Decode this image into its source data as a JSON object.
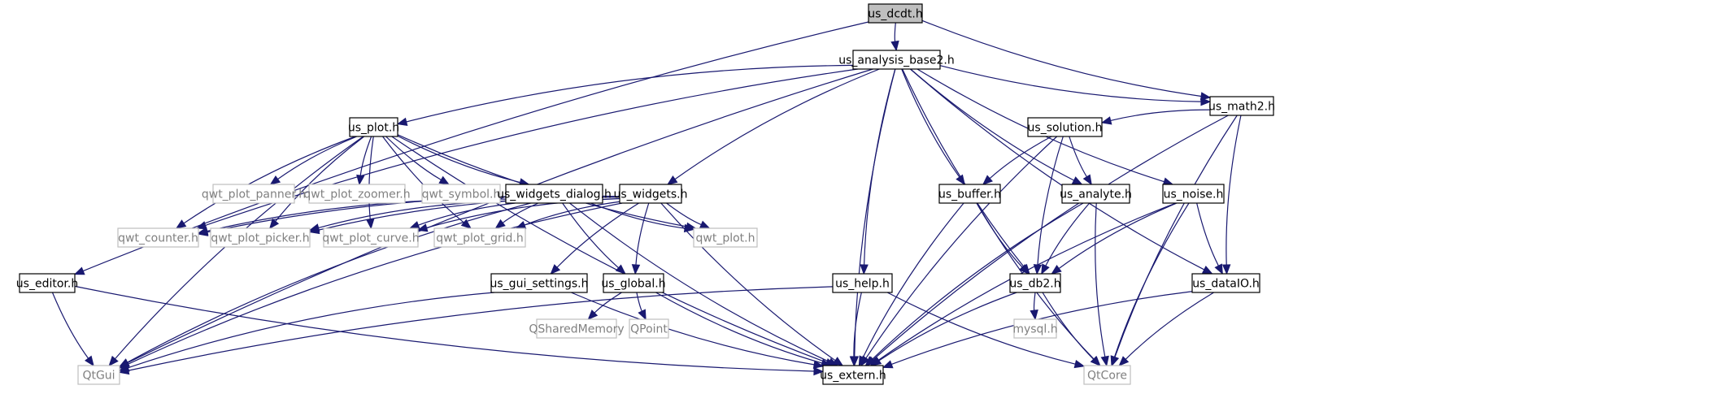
{
  "nodes": [
    {
      "id": "us_dcdt",
      "label": "us_dcdt.h",
      "kind": "root"
    },
    {
      "id": "us_analysis_base2",
      "label": "us_analysis_base2.h",
      "kind": "local"
    },
    {
      "id": "us_math2",
      "label": "us_math2.h",
      "kind": "local"
    },
    {
      "id": "us_editor",
      "label": "us_editor.h",
      "kind": "local"
    },
    {
      "id": "qtgui",
      "label": "QtGui",
      "kind": "external"
    },
    {
      "id": "us_plot",
      "label": "us_plot.h",
      "kind": "local"
    },
    {
      "id": "qwt_plot_panner",
      "label": "qwt_plot_panner.h",
      "kind": "external"
    },
    {
      "id": "qwt_plot_zoomer",
      "label": "qwt_plot_zoomer.h",
      "kind": "external"
    },
    {
      "id": "qwt_symbol",
      "label": "qwt_symbol.h",
      "kind": "external"
    },
    {
      "id": "us_widgets_dialog",
      "label": "us_widgets_dialog.h",
      "kind": "local"
    },
    {
      "id": "us_widgets",
      "label": "us_widgets.h",
      "kind": "local"
    },
    {
      "id": "qwt_counter",
      "label": "qwt_counter.h",
      "kind": "external"
    },
    {
      "id": "qwt_plot_picker",
      "label": "qwt_plot_picker.h",
      "kind": "external"
    },
    {
      "id": "qwt_plot_curve",
      "label": "qwt_plot_curve.h",
      "kind": "external"
    },
    {
      "id": "qwt_plot_grid",
      "label": "qwt_plot_grid.h",
      "kind": "external"
    },
    {
      "id": "qwt_plot",
      "label": "qwt_plot.h",
      "kind": "external"
    },
    {
      "id": "us_gui_settings",
      "label": "us_gui_settings.h",
      "kind": "local"
    },
    {
      "id": "us_global",
      "label": "us_global.h",
      "kind": "local"
    },
    {
      "id": "qsharedmemory",
      "label": "QSharedMemory",
      "kind": "external"
    },
    {
      "id": "qpoint",
      "label": "QPoint",
      "kind": "external"
    },
    {
      "id": "us_help",
      "label": "us_help.h",
      "kind": "local"
    },
    {
      "id": "us_extern",
      "label": "us_extern.h",
      "kind": "local"
    },
    {
      "id": "us_solution",
      "label": "us_solution.h",
      "kind": "local"
    },
    {
      "id": "us_buffer",
      "label": "us_buffer.h",
      "kind": "local"
    },
    {
      "id": "us_analyte",
      "label": "us_analyte.h",
      "kind": "local"
    },
    {
      "id": "us_noise",
      "label": "us_noise.h",
      "kind": "local"
    },
    {
      "id": "us_db2",
      "label": "us_db2.h",
      "kind": "local"
    },
    {
      "id": "us_dataio",
      "label": "us_dataIO.h",
      "kind": "local"
    },
    {
      "id": "mysql",
      "label": "mysql.h",
      "kind": "external"
    },
    {
      "id": "qtcore",
      "label": "QtCore",
      "kind": "external"
    }
  ],
  "edges": [
    [
      "us_dcdt",
      "us_analysis_base2"
    ],
    [
      "us_dcdt",
      "us_math2"
    ],
    [
      "us_dcdt",
      "us_editor"
    ],
    [
      "us_analysis_base2",
      "us_plot"
    ],
    [
      "us_analysis_base2",
      "us_widgets"
    ],
    [
      "us_analysis_base2",
      "us_help"
    ],
    [
      "us_analysis_base2",
      "us_extern"
    ],
    [
      "us_analysis_base2",
      "us_buffer"
    ],
    [
      "us_analysis_base2",
      "us_analyte"
    ],
    [
      "us_analysis_base2",
      "us_noise"
    ],
    [
      "us_analysis_base2",
      "us_db2"
    ],
    [
      "us_analysis_base2",
      "us_dataio"
    ],
    [
      "us_analysis_base2",
      "us_math2"
    ],
    [
      "us_analysis_base2",
      "qtgui"
    ],
    [
      "us_analysis_base2",
      "qwt_counter"
    ],
    [
      "us_math2",
      "us_solution"
    ],
    [
      "us_math2",
      "us_dataio"
    ],
    [
      "us_math2",
      "us_extern"
    ],
    [
      "us_math2",
      "qtcore"
    ],
    [
      "us_editor",
      "qtgui"
    ],
    [
      "us_editor",
      "us_extern"
    ],
    [
      "us_plot",
      "qwt_plot_panner"
    ],
    [
      "us_plot",
      "qwt_plot_zoomer"
    ],
    [
      "us_plot",
      "qwt_symbol"
    ],
    [
      "us_plot",
      "us_widgets_dialog"
    ],
    [
      "us_plot",
      "qwt_plot"
    ],
    [
      "us_plot",
      "us_extern"
    ],
    [
      "us_plot",
      "qtgui"
    ],
    [
      "us_plot",
      "qwt_plot_picker"
    ],
    [
      "us_plot",
      "qwt_plot_curve"
    ],
    [
      "us_plot",
      "qwt_plot_grid"
    ],
    [
      "us_plot",
      "qwt_counter"
    ],
    [
      "us_widgets_dialog",
      "qtgui"
    ],
    [
      "us_widgets_dialog",
      "qwt_counter"
    ],
    [
      "us_widgets_dialog",
      "qwt_plot_picker"
    ],
    [
      "us_widgets_dialog",
      "qwt_plot_curve"
    ],
    [
      "us_widgets_dialog",
      "qwt_plot_grid"
    ],
    [
      "us_widgets_dialog",
      "qwt_plot"
    ],
    [
      "us_widgets_dialog",
      "us_global"
    ],
    [
      "us_widgets_dialog",
      "us_extern"
    ],
    [
      "us_widgets",
      "qwt_counter"
    ],
    [
      "us_widgets",
      "qwt_plot_picker"
    ],
    [
      "us_widgets",
      "qwt_plot_curve"
    ],
    [
      "us_widgets",
      "qwt_plot_grid"
    ],
    [
      "us_widgets",
      "qwt_plot"
    ],
    [
      "us_widgets",
      "us_gui_settings"
    ],
    [
      "us_widgets",
      "us_global"
    ],
    [
      "us_widgets",
      "us_extern"
    ],
    [
      "us_widgets",
      "qtgui"
    ],
    [
      "us_gui_settings",
      "qtgui"
    ],
    [
      "us_gui_settings",
      "us_extern"
    ],
    [
      "us_global",
      "qsharedmemory"
    ],
    [
      "us_global",
      "qpoint"
    ],
    [
      "us_global",
      "us_extern"
    ],
    [
      "us_help",
      "qtgui"
    ],
    [
      "us_help",
      "us_extern"
    ],
    [
      "us_help",
      "qtcore"
    ],
    [
      "us_solution",
      "us_buffer"
    ],
    [
      "us_solution",
      "us_analyte"
    ],
    [
      "us_solution",
      "us_db2"
    ],
    [
      "us_solution",
      "us_extern"
    ],
    [
      "us_buffer",
      "us_db2"
    ],
    [
      "us_buffer",
      "us_extern"
    ],
    [
      "us_buffer",
      "qtcore"
    ],
    [
      "us_analyte",
      "us_db2"
    ],
    [
      "us_analyte",
      "us_extern"
    ],
    [
      "us_analyte",
      "qtcore"
    ],
    [
      "us_noise",
      "us_db2"
    ],
    [
      "us_noise",
      "us_dataio"
    ],
    [
      "us_noise",
      "us_extern"
    ],
    [
      "us_noise",
      "qtcore"
    ],
    [
      "us_db2",
      "mysql"
    ],
    [
      "us_db2",
      "us_extern"
    ],
    [
      "us_db2",
      "qtcore"
    ],
    [
      "us_dataio",
      "us_extern"
    ],
    [
      "us_dataio",
      "qtcore"
    ]
  ],
  "colors": {
    "edge": "#191970",
    "root_fill": "#bfbfbf",
    "local_border": "#000000",
    "external_border": "#bfbfbf",
    "local_text": "#000000",
    "external_text": "#808080"
  }
}
